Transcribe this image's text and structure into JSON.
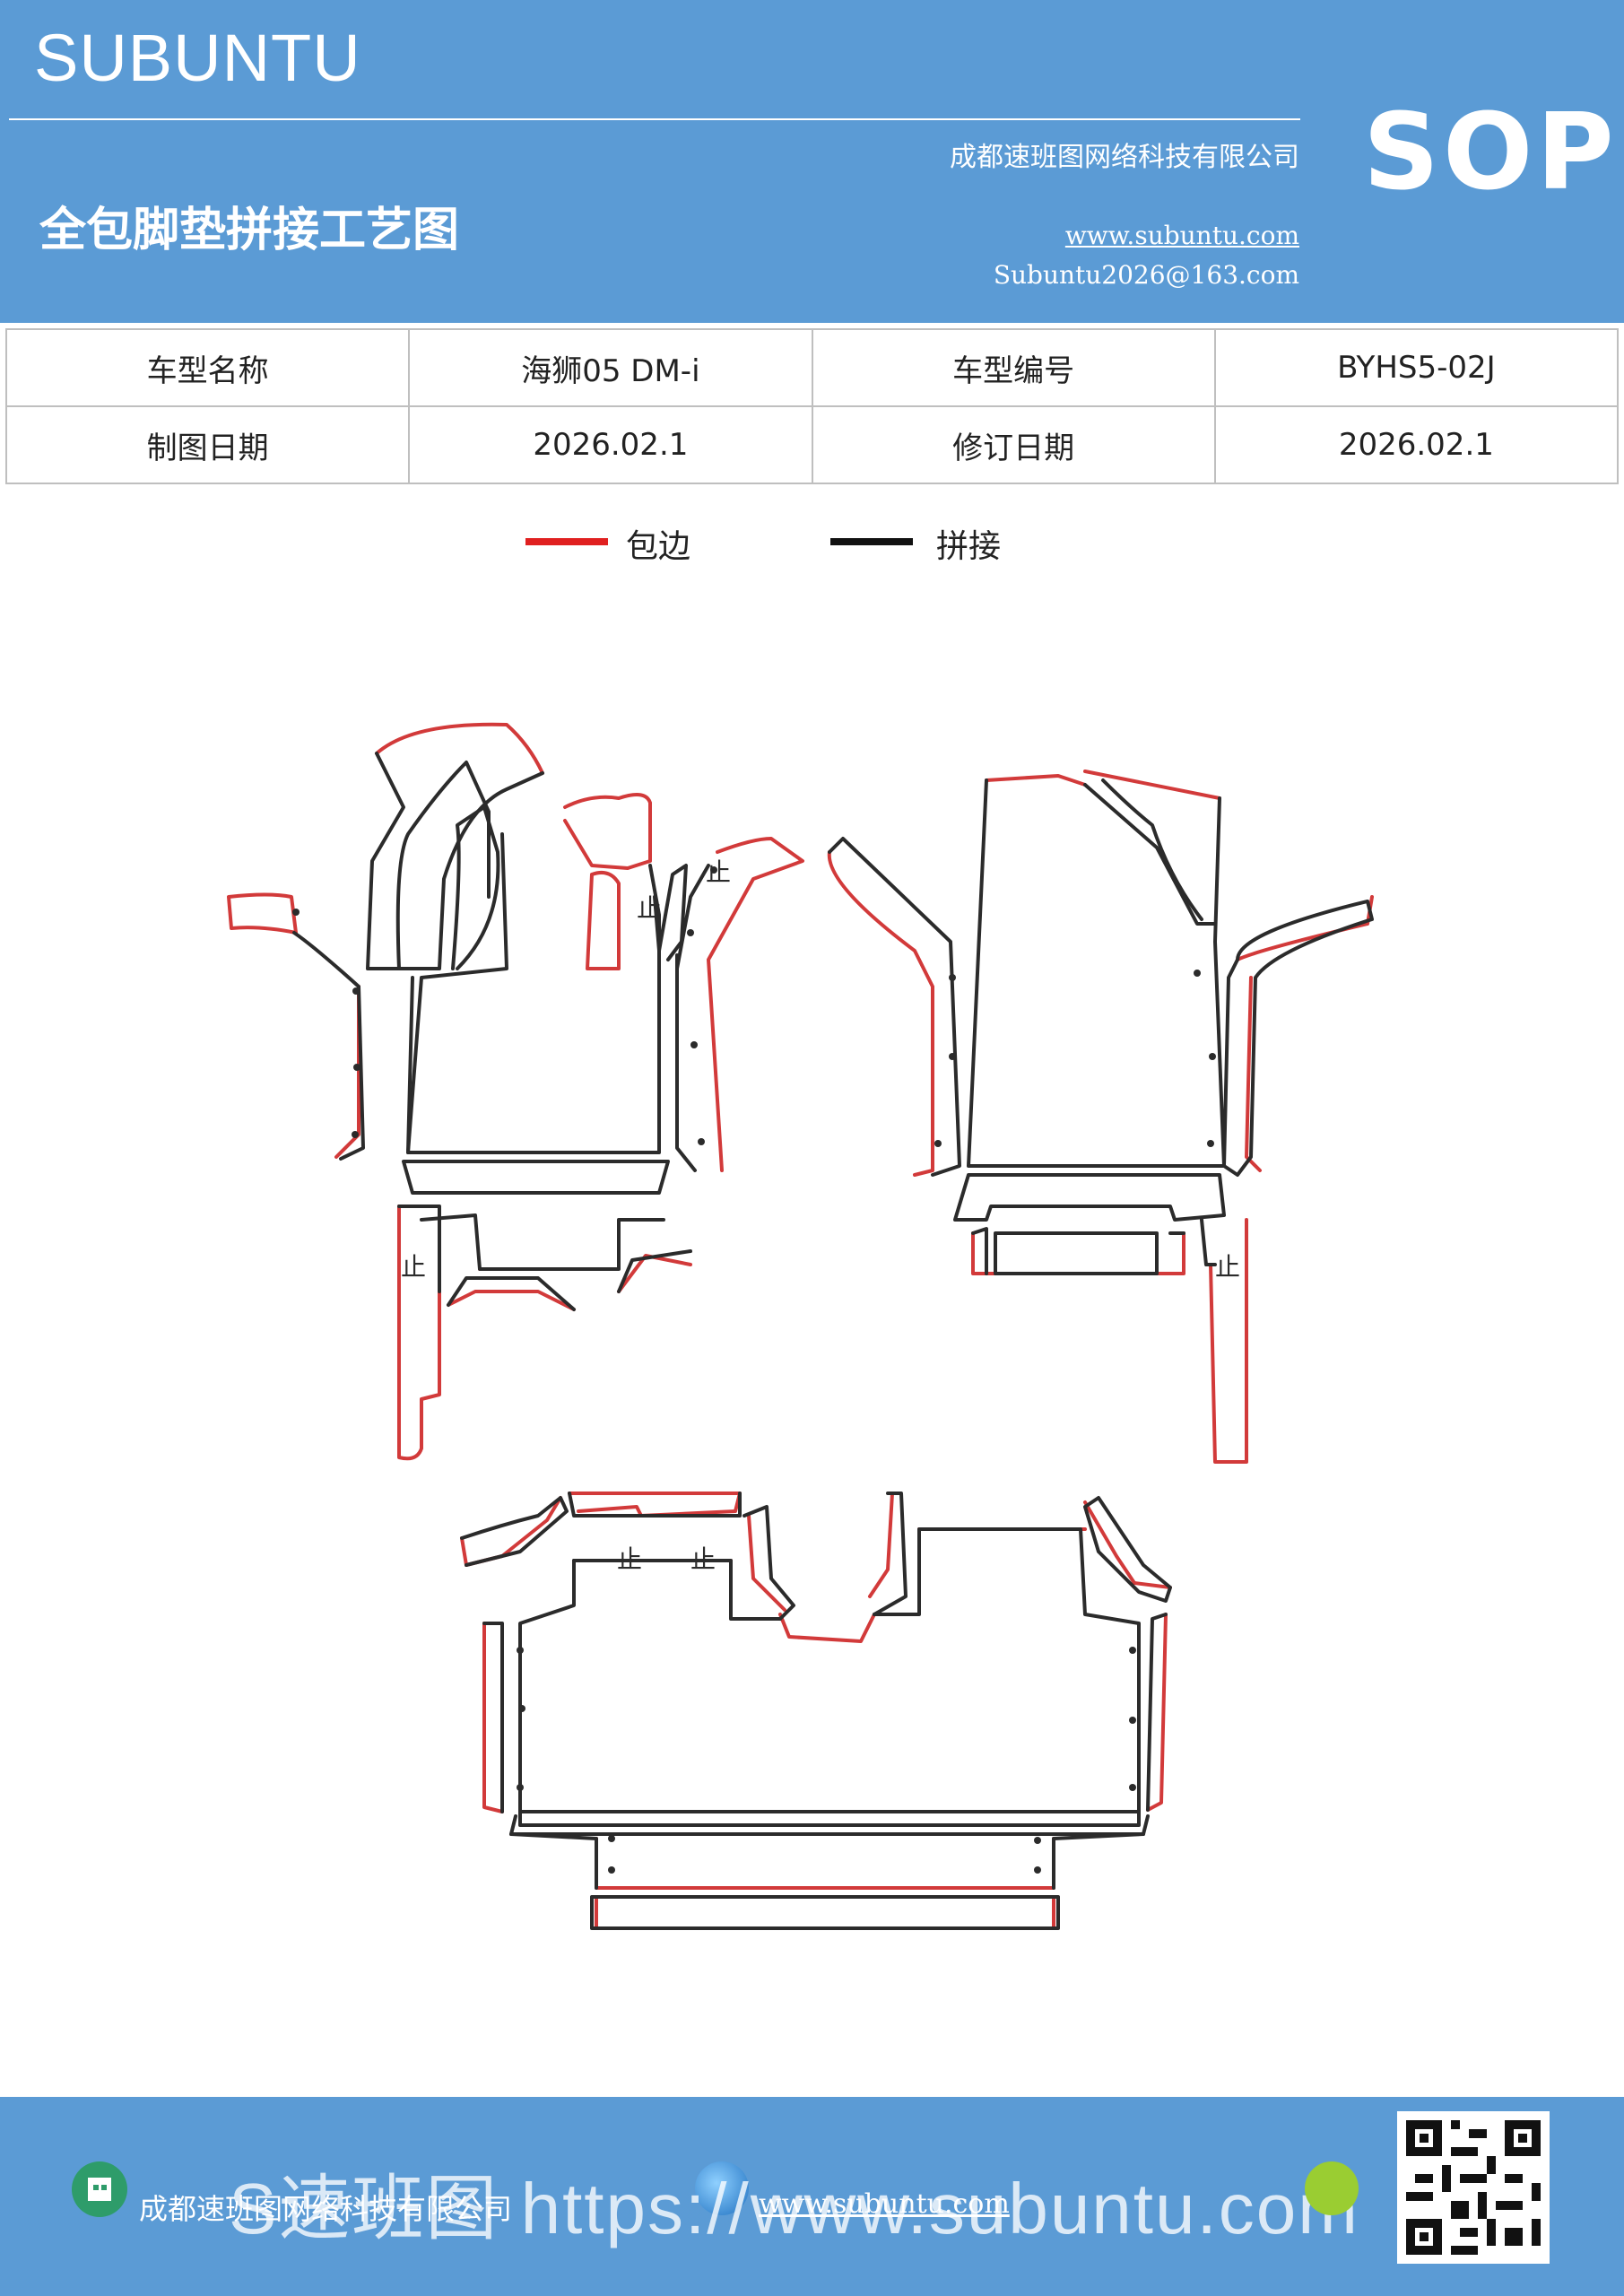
{
  "header": {
    "brand": "SUBUNTU",
    "company": "成都速班图网络科技有限公司",
    "title": "全包脚垫拼接工艺图",
    "website": "www.subuntu.com",
    "email": "Subuntu2026@163.com",
    "badge": "SOP"
  },
  "info_table": {
    "rows": [
      [
        "车型名称",
        "海狮05  DM-i",
        "车型编号",
        "BYHS5-02J"
      ],
      [
        "制图日期",
        "2026.02.1",
        "修订日期",
        "2026.02.1"
      ]
    ]
  },
  "legend": {
    "items": [
      {
        "label": "包边",
        "color": "#e02020"
      },
      {
        "label": "拼接",
        "color": "#111111"
      }
    ]
  },
  "drawing": {
    "edge_color": "#d23a3a",
    "seam_color": "#2b2b2b",
    "marker": "止"
  },
  "footer": {
    "company": "成都速班图网络科技有限公司",
    "website": "www.subuntu.com",
    "overlay": "S速班图 https://www.subuntu.com"
  },
  "colors": {
    "header_bg": "#5b9bd5",
    "text": "#ffffff"
  }
}
